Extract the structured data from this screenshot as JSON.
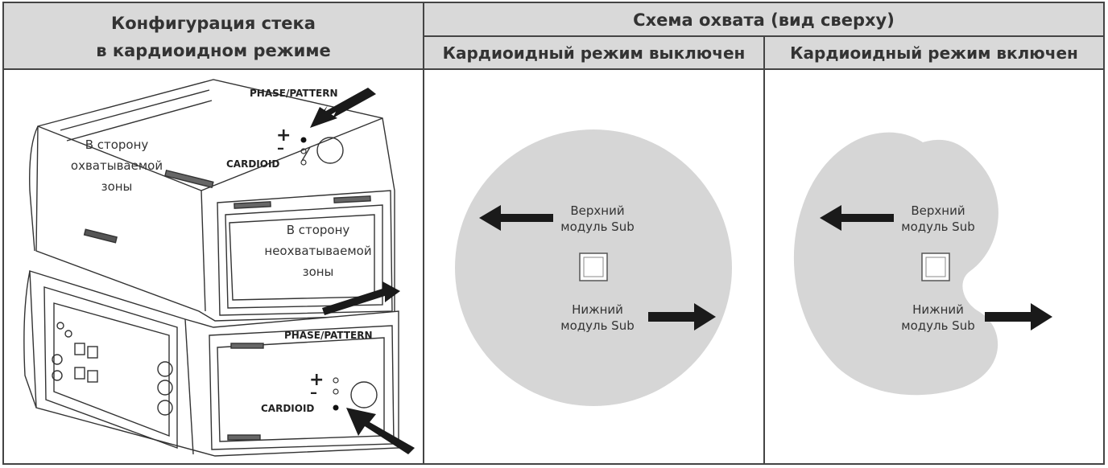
{
  "header": {
    "left_line1": "Конфигурация стека",
    "left_line2": "в кардиоидном режиме",
    "right_title": "Схема охвата (вид сверху)",
    "cardioid_off": "Кардиоидный режим выключен",
    "cardioid_on": "Кардиоидный режим включен"
  },
  "device": {
    "top_phase_label": "PHASE/PATTERN",
    "bottom_phase_label": "PHASE/PATTERN",
    "top_cardioid_label": "CARDIOID",
    "bottom_cardioid_label": "CARDIOID",
    "plus_sign": "+",
    "minus_sign": "–",
    "toward_coverage": [
      "В сторону",
      "охватываемой",
      "зоны"
    ],
    "toward_noncoverage": [
      "В сторону",
      "неохватываемой",
      "зоны"
    ]
  },
  "coverage_off": {
    "upper_sub": [
      "Верхний",
      "модуль Sub"
    ],
    "lower_sub": [
      "Нижний",
      "модуль Sub"
    ]
  },
  "coverage_on": {
    "upper_sub": [
      "Верхний",
      "модуль Sub"
    ],
    "lower_sub": [
      "Нижний",
      "модуль Sub"
    ]
  },
  "colors": {
    "header_bg": "#d9d9d9",
    "coverage_fill": "#d6d6d6",
    "arrow": "#1a1a1a"
  }
}
